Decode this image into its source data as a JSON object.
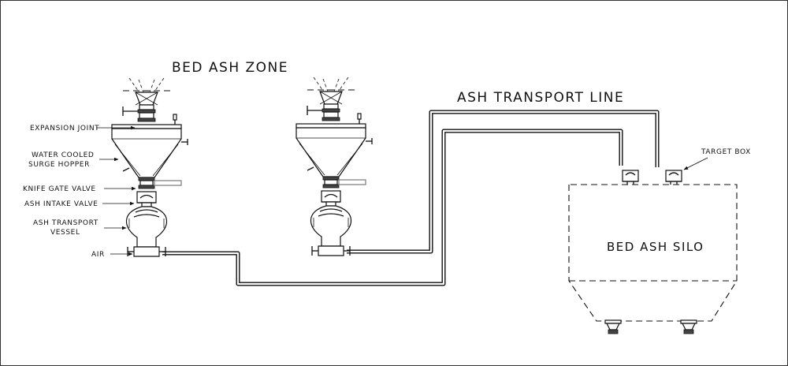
{
  "titles": {
    "zone": "BED ASH ZONE",
    "transport_line": "ASH TRANSPORT LINE",
    "silo": "BED ASH SILO"
  },
  "labels": {
    "expansion_joint": "EXPANSION JOINT",
    "surge_hopper_line1": "WATER COOLED",
    "surge_hopper_line2": "SURGE HOPPER",
    "knife_gate_valve": "KNIFE GATE VALVE",
    "ash_intake_valve": "ASH INTAKE VALVE",
    "transport_vessel_line1": "ASH TRANSPORT",
    "transport_vessel_line2": "VESSEL",
    "air": "AIR",
    "target_box": "TARGET BOX"
  }
}
